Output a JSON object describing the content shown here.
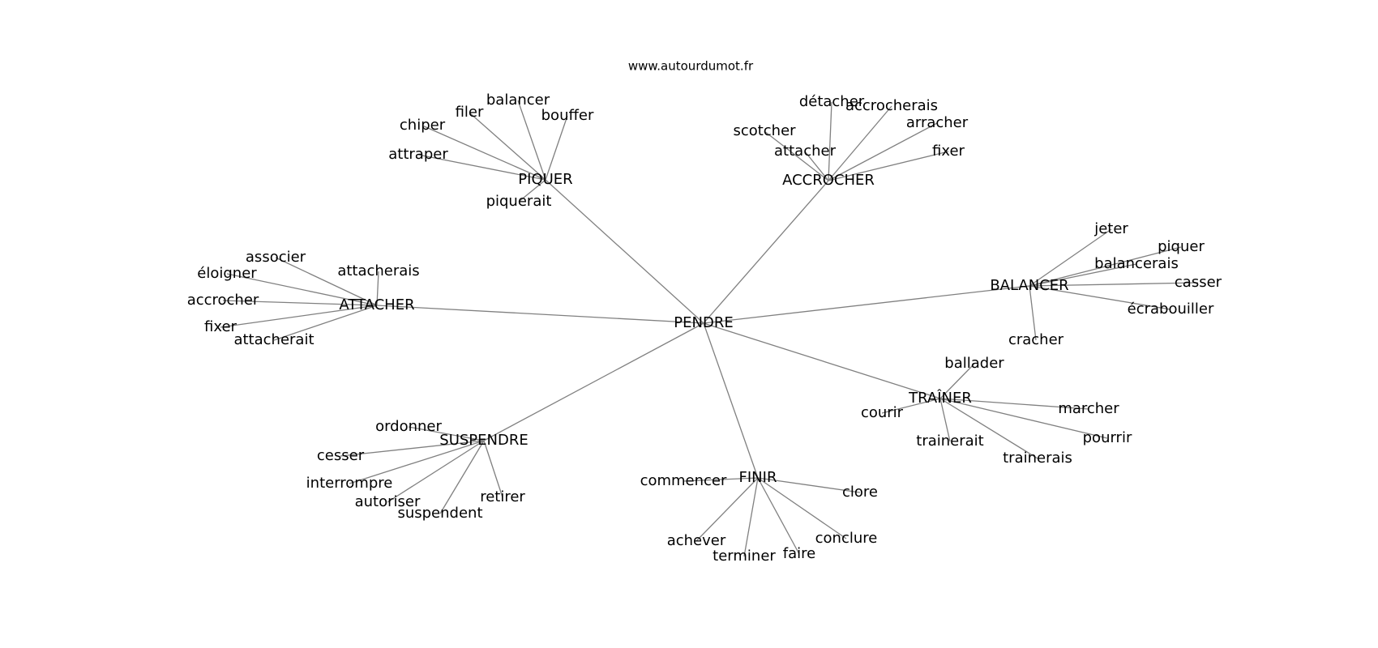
{
  "site": "www.autourdumot.fr",
  "center": "PENDRE",
  "clusters": [
    {
      "hub": "PIQUER",
      "leaves": [
        "balancer",
        "filer",
        "bouffer",
        "chiper",
        "attraper",
        "piquerait"
      ]
    },
    {
      "hub": "ACCROCHER",
      "leaves": [
        "détacher",
        "accrocherais",
        "arracher",
        "scotcher",
        "attacher",
        "fixer"
      ]
    },
    {
      "hub": "ATTACHER",
      "leaves": [
        "associer",
        "éloigner",
        "attacherais",
        "accrocher",
        "fixer",
        "attacherait"
      ]
    },
    {
      "hub": "BALANCER",
      "leaves": [
        "jeter",
        "piquer",
        "balancerais",
        "casser",
        "écrabouiller",
        "cracher"
      ]
    },
    {
      "hub": "TRAÎNER",
      "leaves": [
        "ballader",
        "courir",
        "marcher",
        "pourrir",
        "trainerait",
        "trainerais"
      ]
    },
    {
      "hub": "SUSPENDRE",
      "leaves": [
        "ordonner",
        "cesser",
        "interrompre",
        "autoriser",
        "suspendent",
        "retirer"
      ]
    },
    {
      "hub": "FINIR",
      "leaves": [
        "commencer",
        "clore",
        "achever",
        "terminer",
        "faire",
        "conclure"
      ]
    }
  ]
}
